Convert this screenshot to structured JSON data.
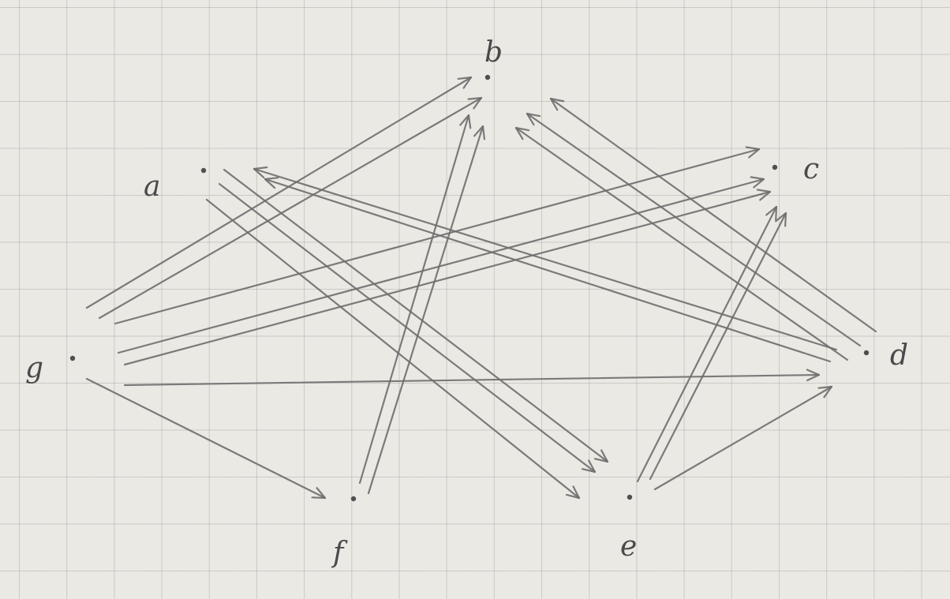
{
  "graph": {
    "nodes": [
      {
        "id": "a",
        "label": "a"
      },
      {
        "id": "b",
        "label": "b"
      },
      {
        "id": "c",
        "label": "c"
      },
      {
        "id": "d",
        "label": "d"
      },
      {
        "id": "e",
        "label": "e"
      },
      {
        "id": "f",
        "label": "f"
      },
      {
        "id": "g",
        "label": "g"
      }
    ],
    "edges": [
      {
        "from": "g",
        "to": "b"
      },
      {
        "from": "g",
        "to": "b"
      },
      {
        "from": "g",
        "to": "c"
      },
      {
        "from": "g",
        "to": "c"
      },
      {
        "from": "g",
        "to": "c"
      },
      {
        "from": "g",
        "to": "d"
      },
      {
        "from": "g",
        "to": "f"
      },
      {
        "from": "d",
        "to": "a"
      },
      {
        "from": "d",
        "to": "a"
      },
      {
        "from": "d",
        "to": "b"
      },
      {
        "from": "d",
        "to": "b"
      },
      {
        "from": "d",
        "to": "b"
      },
      {
        "from": "a",
        "to": "e"
      },
      {
        "from": "a",
        "to": "e"
      },
      {
        "from": "a",
        "to": "e"
      },
      {
        "from": "f",
        "to": "b"
      },
      {
        "from": "f",
        "to": "b"
      },
      {
        "from": "e",
        "to": "c"
      },
      {
        "from": "e",
        "to": "c"
      },
      {
        "from": "e",
        "to": "d"
      }
    ]
  }
}
